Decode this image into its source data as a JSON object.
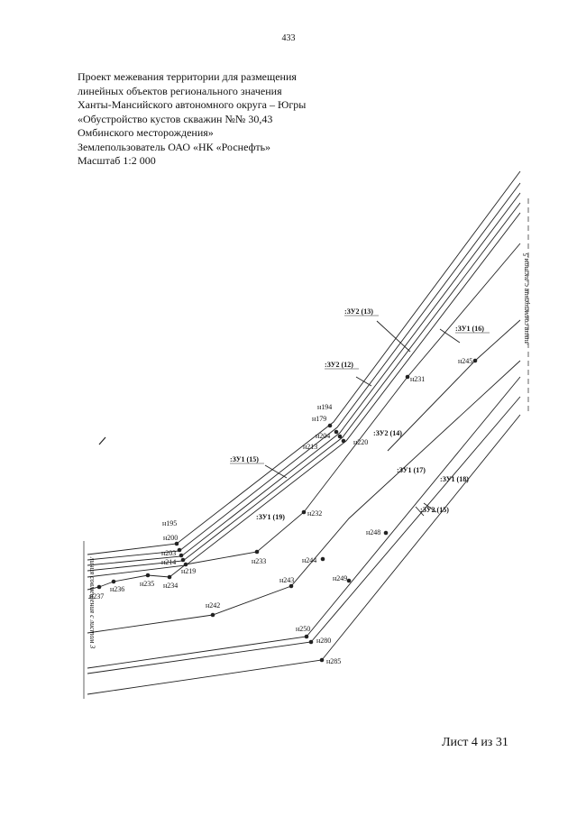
{
  "page_number": "433",
  "title_lines": [
    "Проект межевания территории для размещения",
    "линейных объектов регионального значения",
    "Ханты-Мансийского автономного округа – Югры",
    "«Обустройство кустов скважин №№ 30,43",
    "Омбинского месторождения»",
    "Землепользователь ОАО «НК «Роснефть»",
    "Масштаб 1:2 000"
  ],
  "sheet_label": "Лист 4 из 31",
  "side_labels": {
    "left": "линия совмещения с листом 3",
    "right": "линия совмещения с листом 5"
  },
  "plot_labels": {
    "zu2_13": ":ЗУ2 (13)",
    "zu1_16": ":ЗУ1 (16)",
    "zu2_12": ":ЗУ2 (12)",
    "zu2_14": ":ЗУ2 (14)",
    "zu1_15": ":ЗУ1 (15)",
    "zu1_17": ":ЗУ1 (17)",
    "zu1_18": ":ЗУ1 (18)",
    "zu1_19": ":ЗУ1 (19)",
    "zu2_15": ":ЗУ2 (15)"
  },
  "points": {
    "n194": "н194",
    "n179": "н179",
    "n204": "н204",
    "n213": "н213",
    "n220": "н220",
    "n231": "н231",
    "n245": "н245",
    "n195": "н195",
    "n200": "н200",
    "n203": "н203",
    "n214": "н214",
    "n219": "н219",
    "n232": "н232",
    "n233": "н233",
    "n237": "н237",
    "n236": "н236",
    "n235": "н235",
    "n234": "н234",
    "n244": "н244",
    "n243": "н243",
    "n242": "н242",
    "n249": "н249",
    "n248": "н248",
    "n250": "н250",
    "n280": "н280",
    "n285": "н285"
  }
}
